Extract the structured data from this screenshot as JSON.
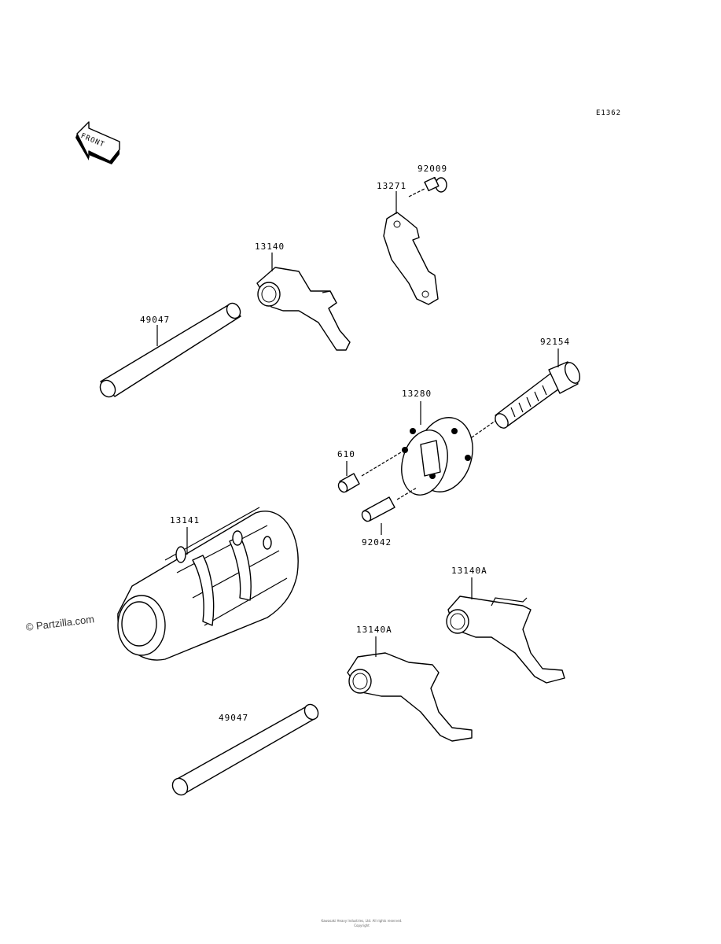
{
  "diagram_ref": "E1362",
  "front_label": "FRONT",
  "watermark": "© Partzilla.com",
  "footer": {
    "line1": "Kawasaki Heavy Industries, Ltd. All rights reserved.",
    "line2": "Copyright"
  },
  "parts": [
    {
      "id": "shaft-top",
      "number": "49047",
      "name": "shift fork shaft"
    },
    {
      "id": "fork-top",
      "number": "13140",
      "name": "shift fork"
    },
    {
      "id": "bracket",
      "number": "13271",
      "name": "plate"
    },
    {
      "id": "bolt-small",
      "number": "92009",
      "name": "screw"
    },
    {
      "id": "bolt-long",
      "number": "92154",
      "name": "bolt"
    },
    {
      "id": "drum-pin-holder",
      "number": "13280",
      "name": "pin holder"
    },
    {
      "id": "dowel-610",
      "number": "610",
      "name": "pin"
    },
    {
      "id": "pin-92042",
      "number": "92042",
      "name": "pin"
    },
    {
      "id": "drum",
      "number": "13141",
      "name": "shift drum"
    },
    {
      "id": "fork-a-right",
      "number": "13140A",
      "name": "shift fork"
    },
    {
      "id": "fork-a-left",
      "number": "13140A",
      "name": "shift fork"
    },
    {
      "id": "shaft-bottom",
      "number": "49047",
      "name": "shift fork shaft"
    }
  ]
}
